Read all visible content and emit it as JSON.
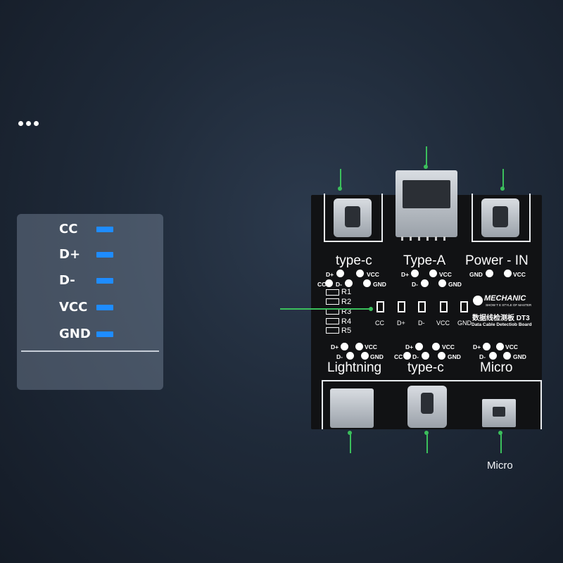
{
  "legend": {
    "items": [
      {
        "label": "CC"
      },
      {
        "label": "D+"
      },
      {
        "label": "D-"
      },
      {
        "label": "VCC"
      },
      {
        "label": "GND"
      }
    ],
    "led_color": "#1e8cff"
  },
  "board": {
    "top_ports": {
      "left": "type-c",
      "middle": "Type-A",
      "right": "Power - IN"
    },
    "bottom_ports": {
      "left": "Lightning",
      "middle": "type-c",
      "right": "Micro"
    },
    "pins": {
      "d_plus": "D+",
      "d_minus": "D-",
      "vcc": "VCC",
      "gnd": "GND",
      "cc": "CC"
    },
    "resistors": [
      "R1",
      "R2",
      "R3",
      "R4",
      "R5"
    ],
    "leds": [
      "CC",
      "D+",
      "D-",
      "VCC",
      "GND"
    ],
    "brand": "MECHANIC",
    "tagline": "SHOW T E STYLE OF MASTER",
    "title_cn": "数据线检测板 DT3",
    "title_en": "Data Cable Detectiob Board"
  },
  "callout": {
    "micro": "Micro"
  },
  "colors": {
    "arrow": "#3bbf5c",
    "board": "#111214"
  }
}
